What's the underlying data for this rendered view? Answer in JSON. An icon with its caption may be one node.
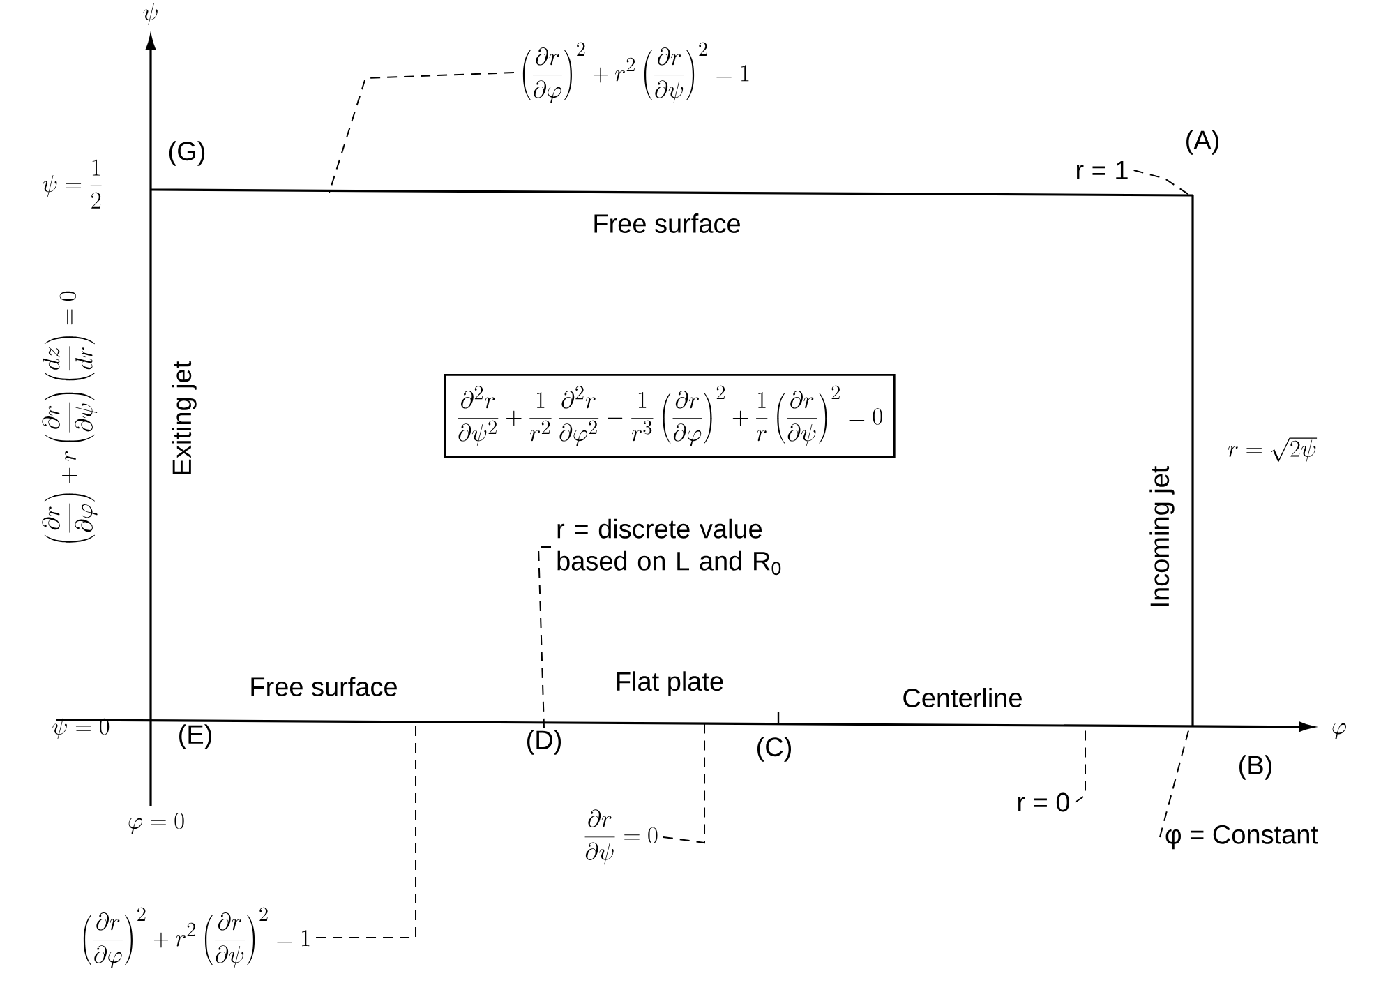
{
  "diagram": {
    "nodes": [
      {
        "text": [
          "\\frac{\\partial^2 r}{\\partial\\psi^2}+\\frac{1}{r^2}\\,\\frac{\\partial^2 r}{\\partial\\varphi^2}-\\frac{1}{r^3}\\left(\\frac{\\partial r}{\\partial\\varphi}\\right)^2+\\frac{1}{r}\\left(\\frac{\\partial r}{\\partial\\psi}\\right)^2=0"
        ]
      },
      {
        "text": [
          "\\left(\\frac{\\partial r}{\\partial\\varphi}\\right)^2+r^2\\left(\\frac{\\partial r}{\\partial\\psi}\\right)^2=1"
        ]
      },
      {
        "text": [
          "r = 1"
        ]
      },
      {
        "text": [
          "r = discrete value based on L and R$_{0}$"
        ]
      },
      {
        "text": [
          "\\frac{\\partial r}{\\partial\\psi}=0"
        ]
      },
      {
        "text": [
          "r = 0"
        ]
      },
      {
        "text": [
          "φ = Constant"
        ]
      },
      {
        "text": [
          "\\left(\\frac{\\partial r}{\\partial\\varphi}\\right)^2+r^2\\left(\\frac{\\partial r}{\\partial\\psi}\\right)^2=1"
        ]
      },
      {
        "text": [
          "(D)"
        ]
      }
    ],
    "edges": [
      {
        "from": 1,
        "to": null,
        "arrow": "none",
        "style": "dashed"
      },
      {
        "from": 2,
        "to": null,
        "arrow": "none",
        "style": "dashed"
      },
      {
        "from": 3,
        "to": 8,
        "arrow": "none",
        "style": "dashed"
      },
      {
        "from": 4,
        "to": null,
        "arrow": "none",
        "style": "dashed"
      },
      {
        "from": 5,
        "to": null,
        "arrow": "none",
        "style": "dashed"
      },
      {
        "from": 6,
        "to": null,
        "arrow": "none",
        "style": "dashed"
      },
      {
        "from": 7,
        "to": null,
        "arrow": "none",
        "style": "dashed"
      }
    ],
    "labels": [
      "\\psi",
      "\\psi=\\frac{1}{2}",
      "(G)",
      "(A)",
      "Free surface",
      "\\left(\\frac{\\partial r}{\\partial\\varphi}\\right)+r\\left(\\frac{\\partial r}{\\partial\\psi}\\right)\\left(\\frac{dz}{dr}\\right)=0",
      "Exiting jet",
      "Incoming jet",
      "r=\\sqrt{2\\psi}",
      "Free surface",
      "Flat plate",
      "Centerline",
      "\\psi=0",
      "(E)",
      "(C)",
      "\\varphi",
      "(B)",
      "\\varphi=0"
    ]
  }
}
